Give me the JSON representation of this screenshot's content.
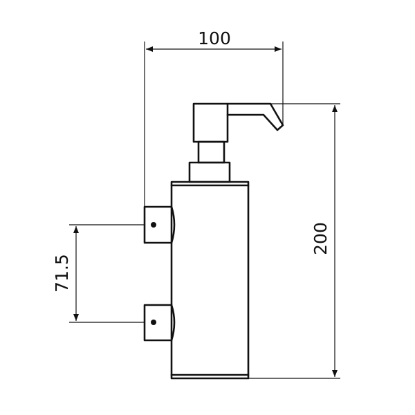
{
  "dimensions": {
    "width": "100",
    "height": "200",
    "bracket_spacing": "71.5"
  },
  "colors": {
    "line": "#111111",
    "background": "#ffffff"
  }
}
